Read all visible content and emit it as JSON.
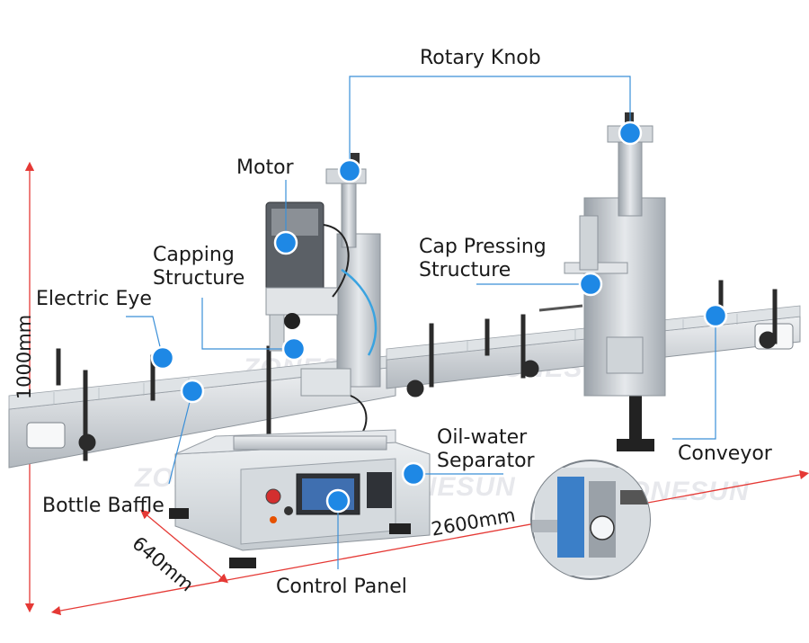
{
  "labels": {
    "rotary_knob": "Rotary Knob",
    "motor": "Motor",
    "capping_structure_line1": "Capping",
    "capping_structure_line2": "Structure",
    "cap_pressing_line1": "Cap Pressing",
    "cap_pressing_line2": "Structure",
    "electric_eye": "Electric Eye",
    "oil_water_line1": "Oil-water",
    "oil_water_line2": "Separator",
    "conveyor": "Conveyor",
    "bottle_baffle": "Bottle Baffle",
    "control_panel": "Control Panel"
  },
  "dimensions": {
    "height": "1000mm",
    "depth": "640mm",
    "length": "2600mm"
  },
  "watermark": "ZONESUN",
  "colors": {
    "callout": "#1e88e5",
    "leader": "#3a8fd8",
    "dimension_line": "#e53935",
    "metal": "#c9ced4",
    "text": "#1a1a1a"
  }
}
